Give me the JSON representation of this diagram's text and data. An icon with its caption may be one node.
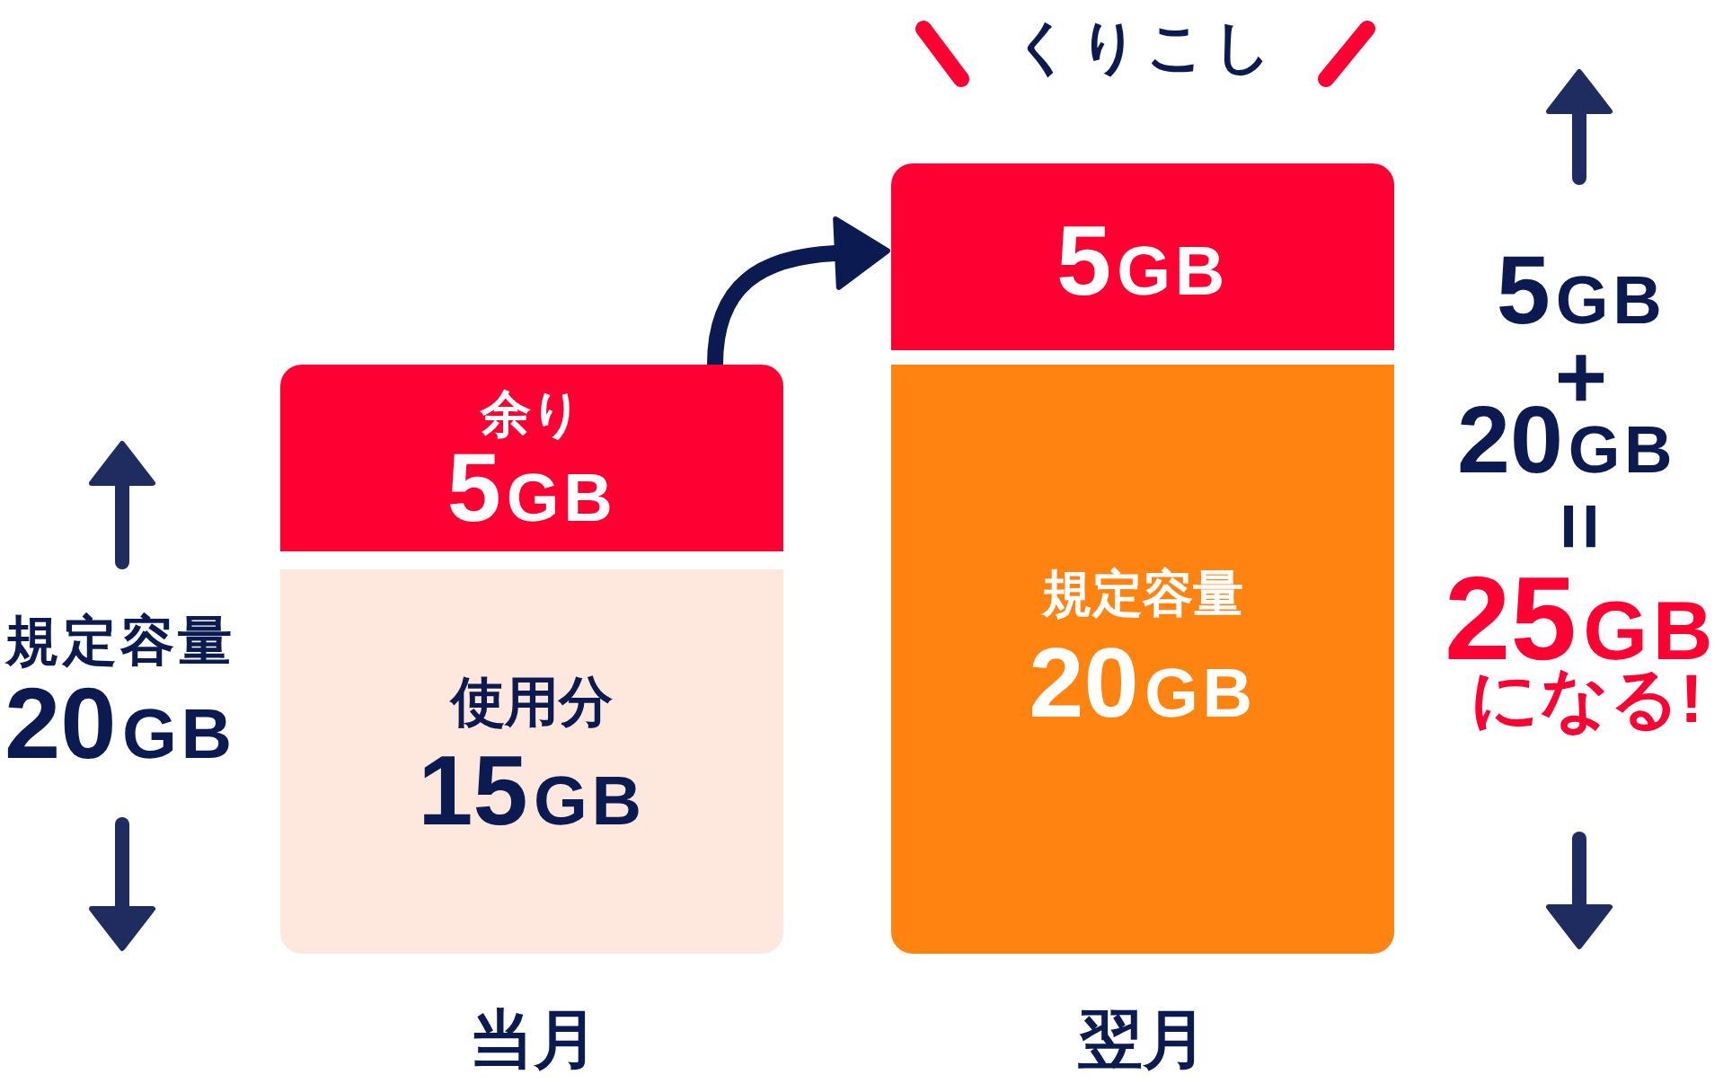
{
  "diagram": {
    "nodes": [
      {
        "text": [
          "余り",
          "5GB"
        ]
      },
      {
        "text": [
          "使用分",
          "15GB"
        ],
        "beside": [
          "当月"
        ]
      },
      {
        "text": [
          "5GB"
        ]
      },
      {
        "text": [
          "規定容量",
          "20GB"
        ],
        "beside": [
          "翌月"
        ]
      }
    ],
    "edges": [
      {
        "from": 0,
        "to": 2,
        "arrow": "to"
      }
    ],
    "labels": [
      "くりこし",
      "規定容量",
      "20GB",
      "5GB",
      "+",
      "20GB",
      "=",
      "25GB",
      "になる!"
    ]
  }
}
